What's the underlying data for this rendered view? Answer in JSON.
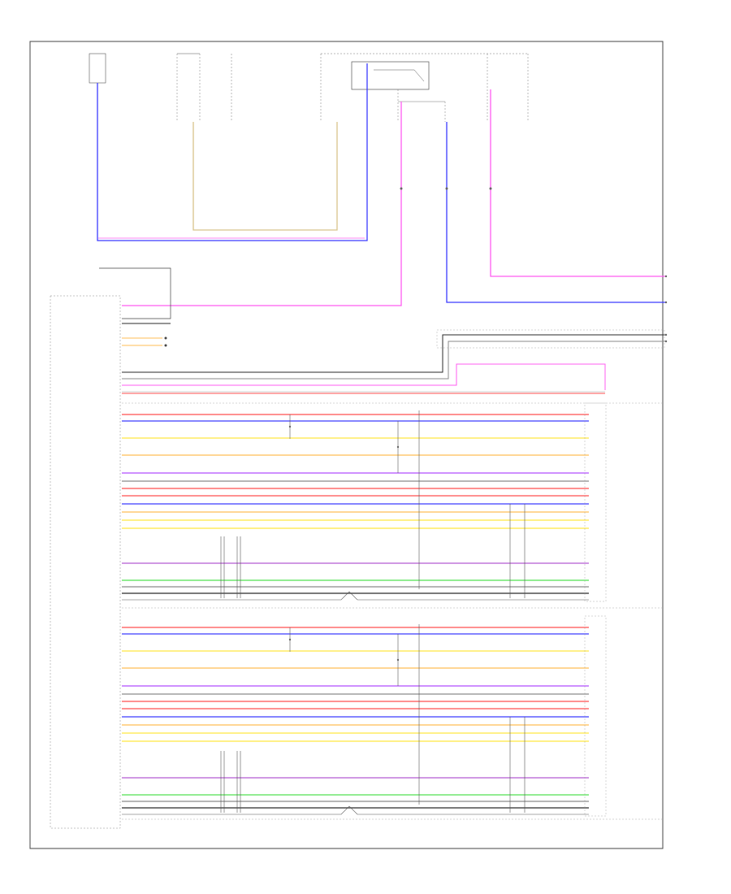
{
  "diagram": {
    "colors": {
      "frame": "#444444",
      "blue": "#3b3bff",
      "violet": "#b04cff",
      "pink": "#ff5cf0",
      "tan": "#d8c48a",
      "red": "#ff4f4f",
      "yellow": "#ffe640",
      "orange": "#ffbe55",
      "green": "#52e052",
      "purple": "#b45ad2",
      "gray": "#8a8a8a",
      "black": "#2a2a2a"
    },
    "page_label": "",
    "row_colors_section": [
      "red",
      "blue",
      "yellow",
      "orange",
      "violet",
      "gray",
      "red",
      "red",
      "blue",
      "orange",
      "yellow"
    ],
    "low_row_colors": [
      "purple",
      "green",
      "gray"
    ]
  }
}
